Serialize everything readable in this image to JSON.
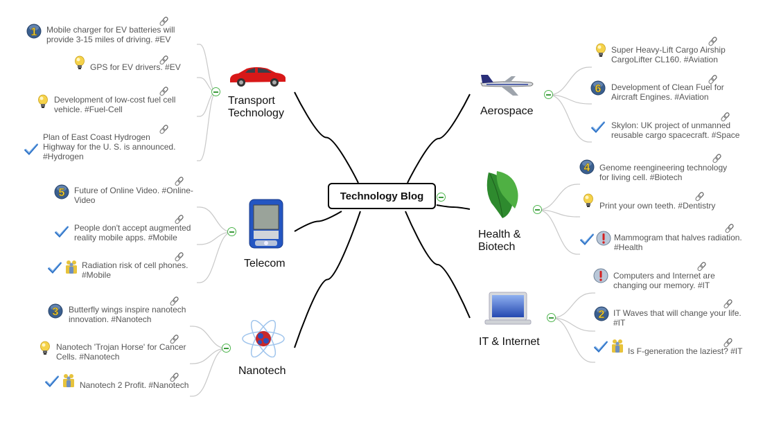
{
  "central": {
    "label": "Technology Blog"
  },
  "topics": [
    {
      "id": "transport",
      "label_lines": [
        "Transport",
        "Technology"
      ],
      "picture": "red-car",
      "subtopics": [
        {
          "lines": [
            "Mobile charger for EV batteries will",
            "provide 3-15 miles of driving. #EV"
          ],
          "icons": [
            "priority-1"
          ],
          "has_link": true
        },
        {
          "lines": [
            "GPS for EV drivers. #EV"
          ],
          "icons": [
            "idea-bulb"
          ],
          "has_link": true
        },
        {
          "lines": [
            "Development of low-cost fuel cell",
            "vehicle. #Fuel-Cell"
          ],
          "icons": [
            "idea-bulb"
          ],
          "has_link": true
        },
        {
          "lines": [
            "Plan of East Coast Hydrogen",
            "Highway for the U. S. is announced.",
            "#Hydrogen"
          ],
          "icons": [
            "checkmark"
          ],
          "has_link": true
        }
      ]
    },
    {
      "id": "telecom",
      "label_lines": [
        "Telecom"
      ],
      "picture": "pda-device",
      "subtopics": [
        {
          "lines": [
            "Future of Online Video. #Online-",
            "Video"
          ],
          "icons": [
            "priority-5"
          ],
          "has_link": true
        },
        {
          "lines": [
            "People don't accept augmented",
            "reality mobile apps. #Mobile"
          ],
          "icons": [
            "checkmark"
          ],
          "has_link": true
        },
        {
          "lines": [
            " Radiation risk of cell phones.",
            "#Mobile"
          ],
          "icons": [
            "checkmark",
            "people"
          ],
          "has_link": true
        }
      ]
    },
    {
      "id": "nanotech",
      "label_lines": [
        "Nanotech"
      ],
      "picture": "atom",
      "subtopics": [
        {
          "lines": [
            "Butterfly wings inspire nanotech",
            "innovation. #Nanotech"
          ],
          "icons": [
            "priority-3"
          ],
          "has_link": true
        },
        {
          "lines": [
            "Nanotech 'Trojan Horse' for Cancer",
            "Cells. #Nanotech"
          ],
          "icons": [
            "idea-bulb"
          ],
          "has_link": true
        },
        {
          "lines": [
            "Nanotech 2 Profit. #Nanotech"
          ],
          "icons": [
            "checkmark",
            "people"
          ],
          "has_link": true
        }
      ]
    },
    {
      "id": "aerospace",
      "label_lines": [
        "Aerospace"
      ],
      "picture": "airplane",
      "subtopics": [
        {
          "lines": [
            "Super Heavy-Lift Cargo Airship",
            "CargoLifter CL160. #Aviation"
          ],
          "icons": [
            "idea-bulb"
          ],
          "has_link": true
        },
        {
          "lines": [
            "Development of Clean Fuel for",
            "Aircraft Engines. #Aviation"
          ],
          "icons": [
            "priority-6"
          ],
          "has_link": true
        },
        {
          "lines": [
            "Skylon: UK project of unmanned",
            "reusable cargo spacecraft. #Space"
          ],
          "icons": [
            "checkmark"
          ],
          "has_link": true
        }
      ]
    },
    {
      "id": "health",
      "label_lines": [
        "Health &",
        "Biotech"
      ],
      "picture": "green-leaf",
      "subtopics": [
        {
          "lines": [
            "Genome reengineering technology",
            "for living cell. #Biotech"
          ],
          "icons": [
            "priority-4"
          ],
          "has_link": true
        },
        {
          "lines": [
            "Print your own teeth. #Dentistry"
          ],
          "icons": [
            "idea-bulb"
          ],
          "has_link": true
        },
        {
          "lines": [
            "Mammogram that halves radiation.",
            "#Health"
          ],
          "icons": [
            "checkmark",
            "exclamation"
          ],
          "has_link": true
        }
      ]
    },
    {
      "id": "it",
      "label_lines": [
        "IT & Internet"
      ],
      "picture": "laptop",
      "subtopics": [
        {
          "lines": [
            "Computers and Internet are",
            "changing our memory. #IT"
          ],
          "icons": [
            "exclamation"
          ],
          "has_link": true
        },
        {
          "lines": [
            "IT Waves that will change your life.",
            "#IT"
          ],
          "icons": [
            "priority-2"
          ],
          "has_link": true
        },
        {
          "lines": [
            "Is F-generation the laziest? #IT"
          ],
          "icons": [
            "checkmark",
            "people"
          ],
          "has_link": true
        }
      ]
    }
  ],
  "colors": {
    "main_line": "#000000",
    "sub_line": "#c8c8c8",
    "collapse_ring": "#4cb44c",
    "sub_text": "#555555",
    "checkmark": "#2f74c8",
    "bulb": "#f5d24a",
    "priority_badge": "#3a5f8f"
  }
}
